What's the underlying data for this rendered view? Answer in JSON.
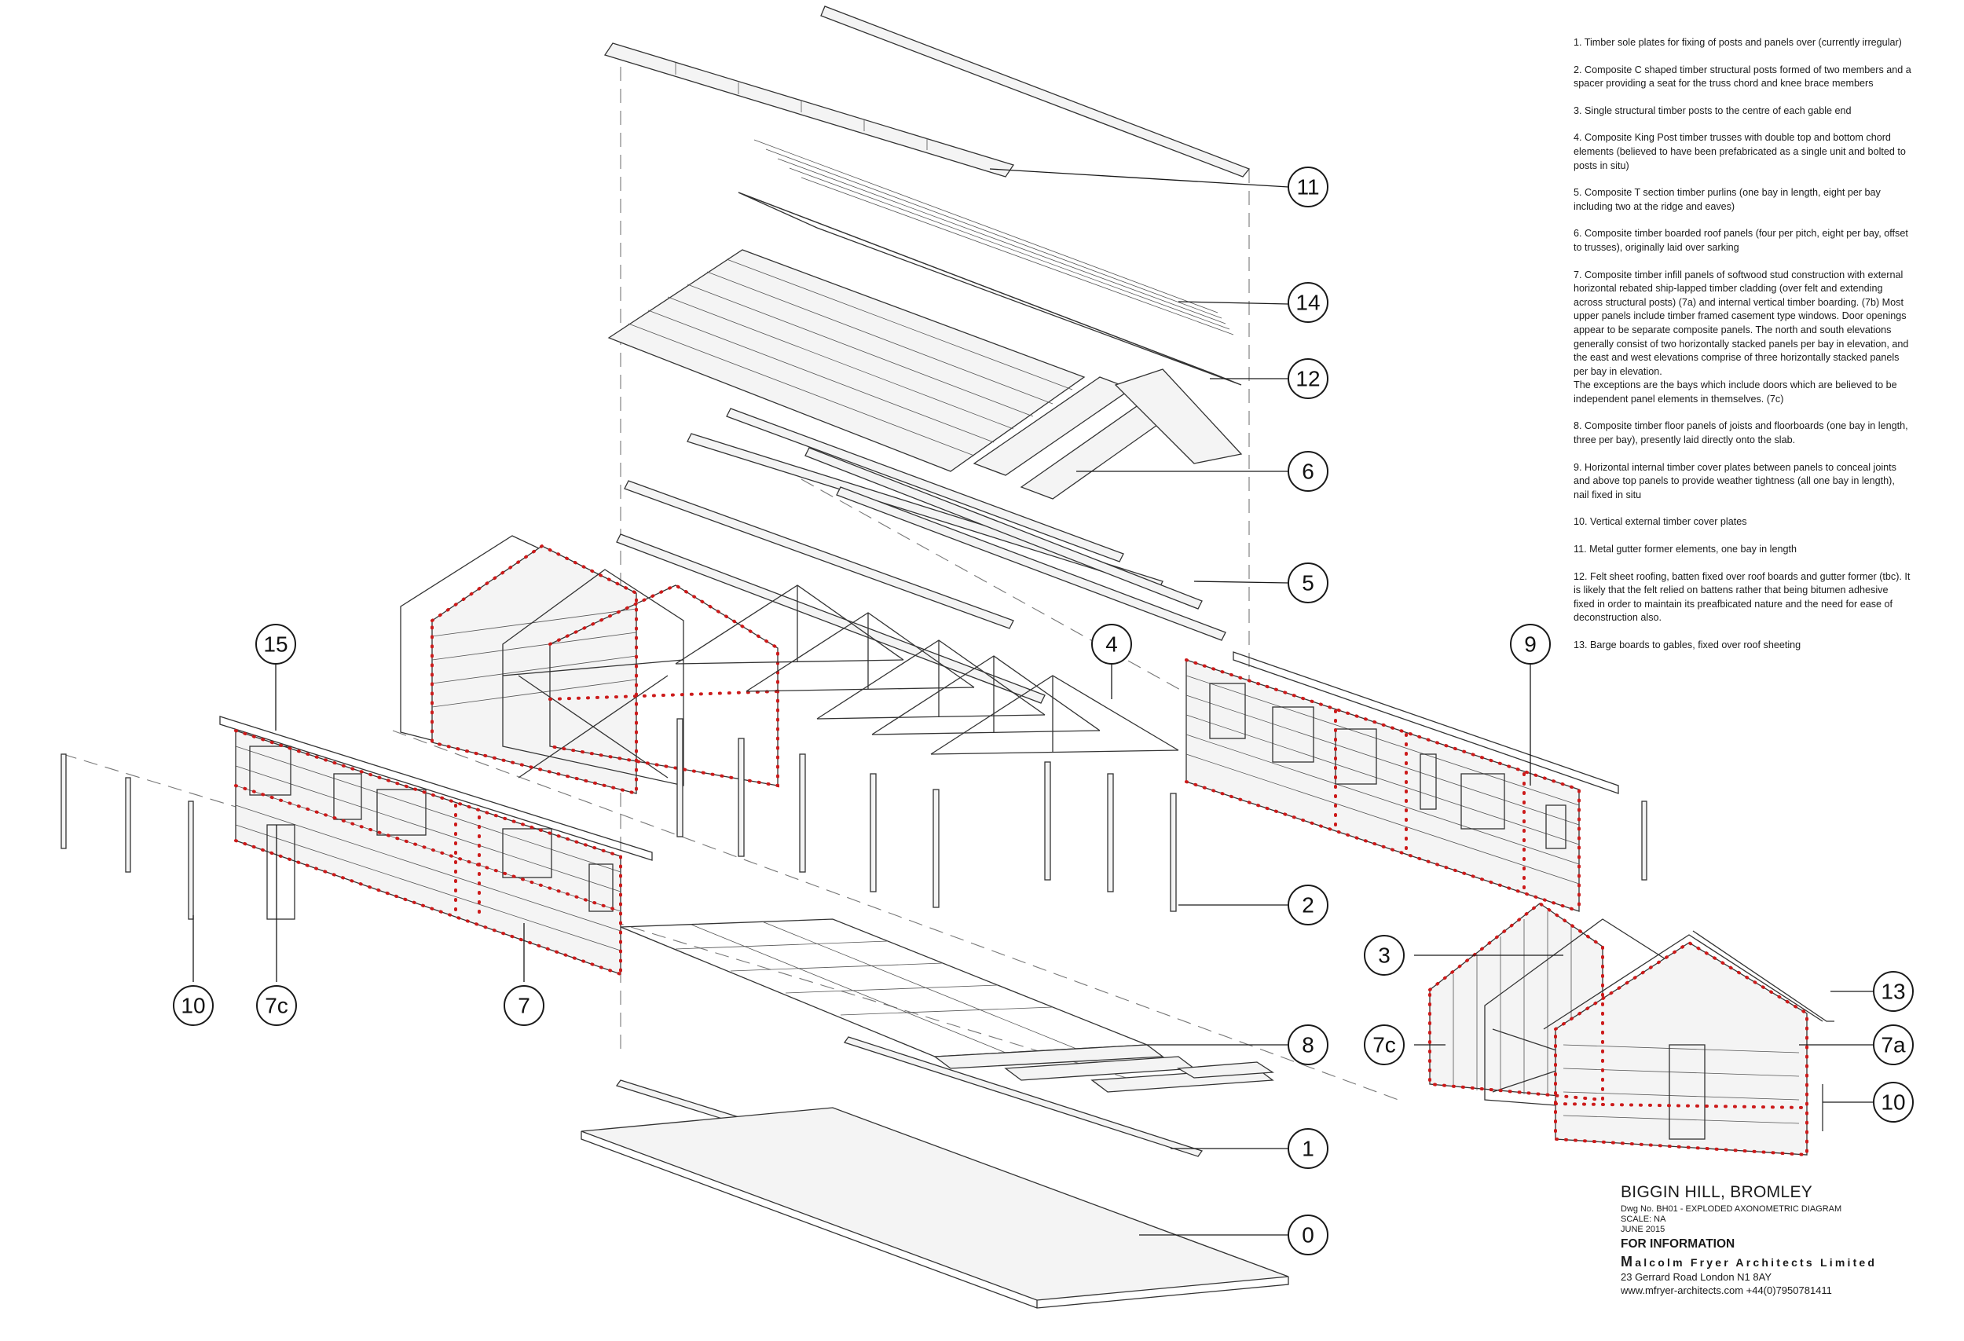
{
  "notes": [
    "1. Timber sole plates for fixing of posts and panels over (currently irregular)",
    "2. Composite C shaped timber structural posts formed of two members and a spacer providing a seat for the truss chord and knee brace members",
    "3. Single structural timber posts to the centre of each gable end",
    "4. Composite King Post timber trusses with double top and bottom chord elements (believed to have been prefabricated as a single unit and bolted to posts in situ)",
    "5. Composite T section timber purlins (one bay in length, eight per bay including two at the ridge and eaves)",
    "6. Composite timber boarded roof panels (four per pitch, eight per bay, offset to trusses), originally laid over sarking",
    "7. Composite timber infill panels of softwood stud construction with external horizontal rebated ship-lapped timber cladding (over felt and extending across structural posts) (7a) and internal vertical timber boarding. (7b)  Most upper panels include timber framed casement type windows. Door openings appear to be separate composite panels. The north and south elevations generally consist of two horizontally stacked panels per bay in elevation, and the east and west elevations comprise of three horizontally stacked panels per bay in elevation.\nThe exceptions are the bays which include doors which are believed to be independent panel elements in themselves. (7c)",
    "8. Composite timber floor panels of joists and floorboards (one bay in length, three per bay), presently laid directly onto the slab.",
    "9. Horizontal internal timber cover plates between panels to conceal joints and above top panels to provide weather tightness (all one bay in length), nail fixed in situ",
    "10.   Vertical external timber cover plates",
    "11.   Metal gutter former elements, one bay in length",
    "12.   Felt sheet roofing, batten fixed over roof boards and gutter former (tbc). It is likely that the felt relied on battens rather that being bitumen adhesive fixed in order to maintain its preafbicated nature and the need for ease of deconstruction also.",
    "13.   Barge boards to gables, fixed over roof sheeting"
  ],
  "callouts": [
    "11",
    "14",
    "12",
    "6",
    "5",
    "4",
    "9",
    "15",
    "2",
    "3",
    "13",
    "7c",
    "7a",
    "10",
    "10",
    "7c",
    "7",
    "8",
    "1",
    "0"
  ],
  "title_block": {
    "title": "BIGGIN HILL, BROMLEY",
    "drawing_no": "Dwg No. BH01 -  EXPLODED AXONOMETRIC DIAGRAM",
    "scale": "SCALE: NA",
    "date": "JUNE 2015",
    "status": "FOR INFORMATION",
    "firm_initial": "M",
    "firm_rest": "alcolm Fryer Architects Limited",
    "address": "23 Gerrard Road London N1 8AY",
    "contact": "www.mfryer-architects.com  +44(0)7950781411"
  }
}
